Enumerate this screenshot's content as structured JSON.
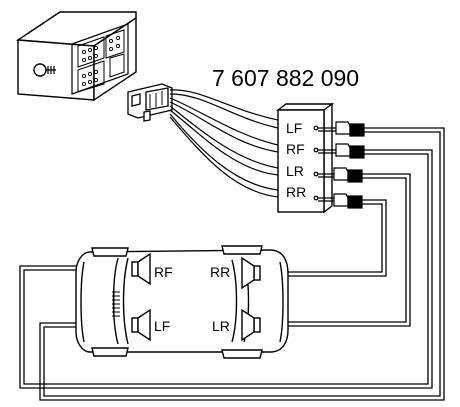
{
  "part_number": "7 607 882 090",
  "adapter_channels": [
    "LF",
    "RF",
    "LR",
    "RR"
  ],
  "speakers": {
    "front_right": "RF",
    "rear_right": "RR",
    "front_left": "LF",
    "rear_left": "LR"
  },
  "colors": {
    "line": "#000000",
    "background": "#ffffff"
  }
}
